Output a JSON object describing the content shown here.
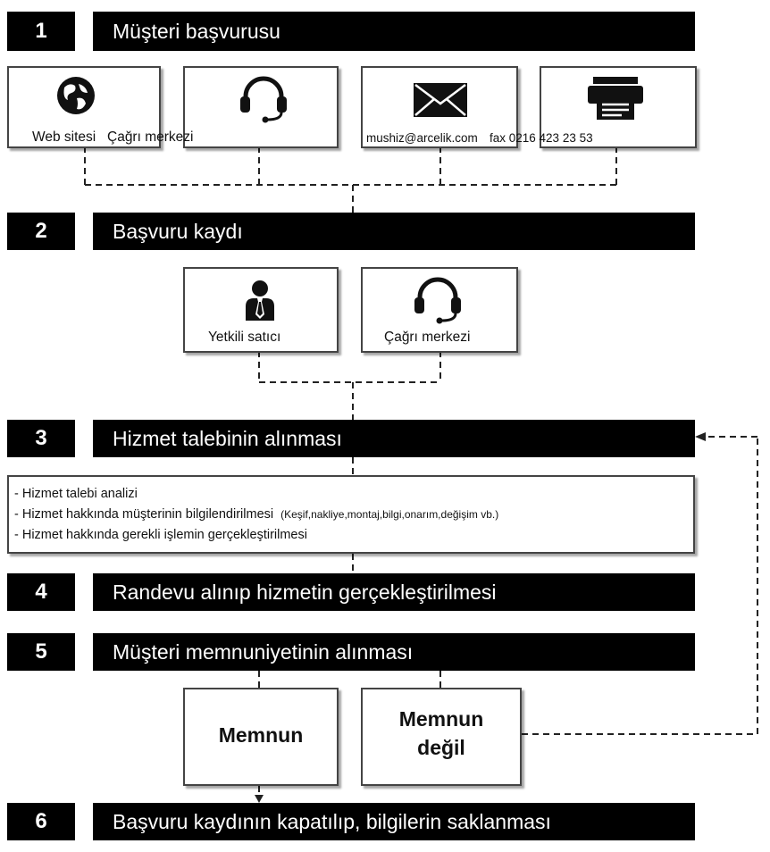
{
  "steps": [
    {
      "num": "1",
      "title": "Müşteri başvurusu"
    },
    {
      "num": "2",
      "title": "Başvuru kaydı"
    },
    {
      "num": "3",
      "title": "Hizmet talebinin alınması"
    },
    {
      "num": "4",
      "title": "Randevu alınıp hizmetin gerçekleştirilmesi"
    },
    {
      "num": "5",
      "title": "Müşteri memnuniyetinin alınması"
    },
    {
      "num": "6",
      "title": "Başvuru kaydının kapatılıp, bilgilerin saklanması"
    }
  ],
  "channels": {
    "web_label": "Web sitesi",
    "call_label": "Çağrı merkezi",
    "mail_label": "mushiz@arcelik.com",
    "fax_label": "fax 0216 423 23 53"
  },
  "registration": {
    "dealer_label": "Yetkili satıcı",
    "call_label": "Çağrı merkezi"
  },
  "tasks": {
    "item1": "- Hizmet talebi analizi",
    "item2": "- Hizmet hakkında müşterinin bilgilendirilmesi",
    "item2_note": "(Keşif,nakliye,montaj,bilgi,onarım,değişim vb.)",
    "item3": "- Hizmet hakkında gerekli işlemin gerçekleştirilmesi"
  },
  "satisfaction": {
    "yes": "Memnun",
    "no_line1": "Memnun",
    "no_line2": "değil"
  },
  "icons": [
    "globe-icon",
    "headset-icon",
    "envelope-icon",
    "fax-icon",
    "person-icon",
    "headset-icon"
  ]
}
